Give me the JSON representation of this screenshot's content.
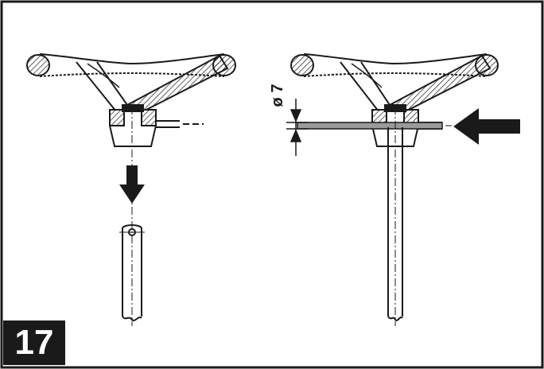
{
  "figure": {
    "step_number": "17",
    "dimension_label": "ø 7",
    "colors": {
      "ink": "#1a1a1a",
      "background": "#ffffff",
      "badge": "#1a1a1a"
    },
    "icons": [
      "handwheel-illustration",
      "arrow-down-icon",
      "arrow-left-icon",
      "shaft-illustration",
      "pin-illustration"
    ]
  }
}
